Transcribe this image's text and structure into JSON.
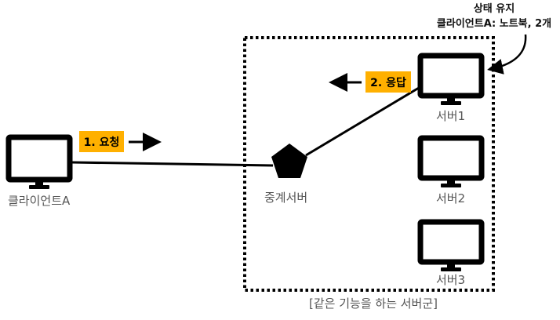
{
  "client": {
    "label": "클라이언트A",
    "icon": "monitor-icon"
  },
  "proxy": {
    "label": "중계서버",
    "icon": "pentagon-icon"
  },
  "servers": [
    {
      "label": "서버1",
      "icon": "monitor-icon"
    },
    {
      "label": "서버2",
      "icon": "monitor-icon"
    },
    {
      "label": "서버3",
      "icon": "monitor-icon"
    }
  ],
  "request": {
    "label": "1. 요청"
  },
  "response": {
    "label": "2. 응답"
  },
  "state_note": {
    "line1": "상태 유지",
    "line2": "클라이언트A: 노트북, 2개"
  },
  "group": {
    "label": "[같은 기능을 하는 서버군]"
  },
  "colors": {
    "tag": "#ffb000",
    "label": "#555555",
    "ink": "#000000"
  }
}
